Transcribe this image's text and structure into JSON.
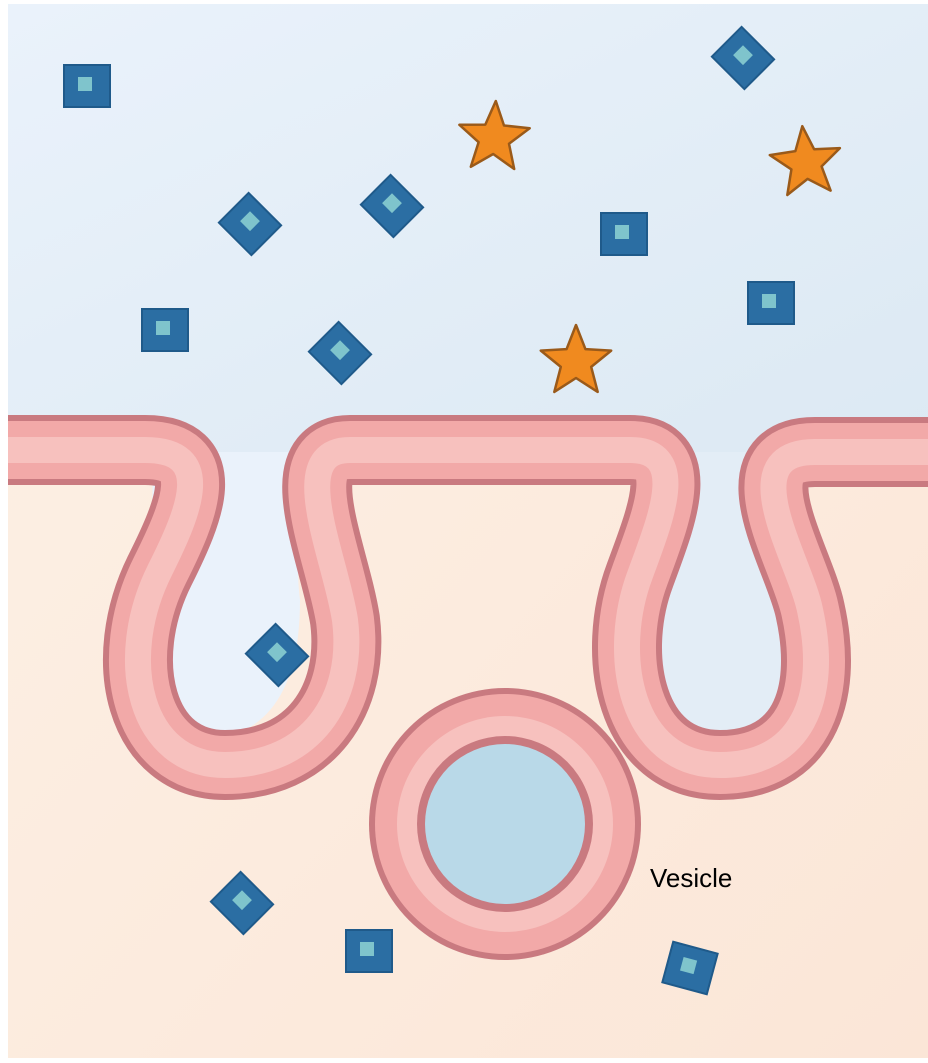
{
  "diagram": {
    "labels": {
      "vesicle": "Vesicle"
    },
    "colors": {
      "extracellular_top": "#eaf2fb",
      "extracellular_bottom": "#dce9f3",
      "cytoplasm_top": "#fdf1e6",
      "cytoplasm_bottom": "#fbe6d7",
      "membrane_edge": "#c97a80",
      "membrane_outer": "#f2a9a8",
      "membrane_inner": "#f7c1be",
      "vesicle_lumen": "#b9d9e8",
      "molecule_square": "#2b6ea3",
      "molecule_square_highlight": "#7fc4cc",
      "molecule_star": "#f08a1f",
      "molecule_star_edge": "#9a5a1a"
    },
    "molecule_types": [
      "square-molecule",
      "star-molecule"
    ]
  }
}
